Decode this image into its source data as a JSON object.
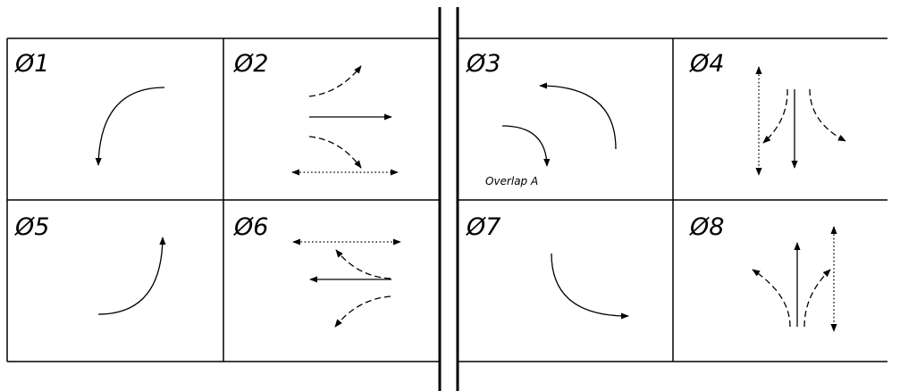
{
  "phases": [
    {
      "id": "p1",
      "label": "Ø1",
      "movements": [
        "left-turn"
      ]
    },
    {
      "id": "p2",
      "label": "Ø2",
      "movements": [
        "through",
        "permissive-left",
        "permissive-right",
        "pedestrian"
      ]
    },
    {
      "id": "p3",
      "label": "Ø3",
      "movements": [
        "left-turn"
      ]
    },
    {
      "id": "p4",
      "label": "Ø4",
      "movements": [
        "through",
        "permissive-left",
        "permissive-right",
        "pedestrian"
      ]
    },
    {
      "id": "p5",
      "label": "Ø5",
      "movements": [
        "left-turn"
      ]
    },
    {
      "id": "p6",
      "label": "Ø6",
      "movements": [
        "through",
        "permissive-left",
        "permissive-right",
        "pedestrian"
      ]
    },
    {
      "id": "p7",
      "label": "Ø7",
      "movements": [
        "left-turn"
      ]
    },
    {
      "id": "p8",
      "label": "Ø8",
      "movements": [
        "through",
        "permissive-left",
        "permissive-right",
        "pedestrian"
      ]
    }
  ],
  "overlap_label": "Overlap A",
  "colors": {
    "stroke": "#000000",
    "background": "#ffffff"
  }
}
